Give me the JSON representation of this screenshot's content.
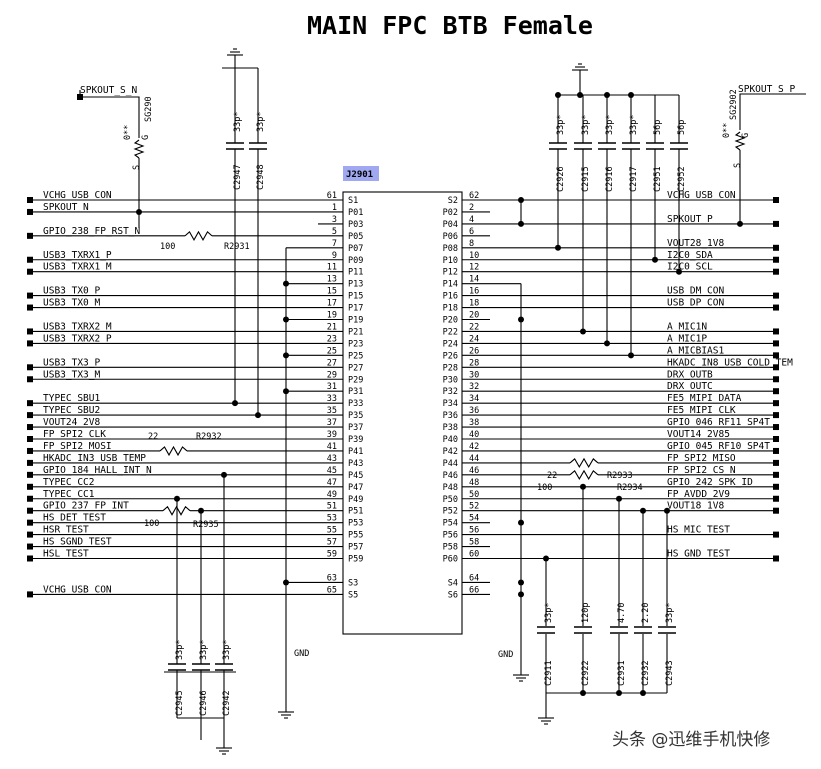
{
  "title": "MAIN FPC BTB Female",
  "connector": {
    "refdes": "J2901",
    "pins_left": [
      "S1",
      "P01",
      "P03",
      "P05",
      "P07",
      "P09",
      "P11",
      "P13",
      "P15",
      "P17",
      "P19",
      "P21",
      "P23",
      "P25",
      "P27",
      "P29",
      "P31",
      "P33",
      "P35",
      "P37",
      "P39",
      "P41",
      "P43",
      "P45",
      "P47",
      "P49",
      "P51",
      "P53",
      "P55",
      "P57",
      "P59",
      "S3",
      "S5"
    ],
    "pins_right": [
      "S2",
      "P02",
      "P04",
      "P06",
      "P08",
      "P10",
      "P12",
      "P14",
      "P16",
      "P18",
      "P20",
      "P22",
      "P24",
      "P26",
      "P28",
      "P30",
      "P32",
      "P34",
      "P36",
      "P38",
      "P40",
      "P42",
      "P44",
      "P46",
      "P48",
      "P50",
      "P52",
      "P54",
      "P56",
      "P58",
      "P60",
      "S4",
      "S6"
    ],
    "num_left": [
      "61",
      "1",
      "3",
      "5",
      "7",
      "9",
      "11",
      "13",
      "15",
      "17",
      "19",
      "21",
      "23",
      "25",
      "27",
      "29",
      "31",
      "33",
      "35",
      "37",
      "39",
      "41",
      "43",
      "45",
      "47",
      "49",
      "51",
      "53",
      "55",
      "57",
      "59",
      "63",
      "65"
    ],
    "num_right": [
      "62",
      "2",
      "4",
      "6",
      "8",
      "10",
      "12",
      "14",
      "16",
      "18",
      "20",
      "22",
      "24",
      "26",
      "28",
      "30",
      "32",
      "34",
      "36",
      "38",
      "40",
      "42",
      "44",
      "46",
      "48",
      "50",
      "52",
      "54",
      "56",
      "58",
      "60",
      "64",
      "66"
    ]
  },
  "nets_left": [
    {
      "text": "VCHG_USB_CON",
      "row": 0
    },
    {
      "text": "SPKOUT_N",
      "row": 1
    },
    {
      "text": "GPIO_238_FP_RST_N",
      "row": 3
    },
    {
      "text": "USB3_TXRX1_P",
      "row": 5
    },
    {
      "text": "USB3_TXRX1_M",
      "row": 6
    },
    {
      "text": "USB3_TX0_P",
      "row": 8
    },
    {
      "text": "USB3_TX0_M",
      "row": 9
    },
    {
      "text": "USB3_TXRX2_M",
      "row": 11
    },
    {
      "text": "USB3_TXRX2_P",
      "row": 12
    },
    {
      "text": "USB3_TX3_P",
      "row": 14
    },
    {
      "text": "USB3_TX3_M",
      "row": 15
    },
    {
      "text": "TYPEC_SBU1",
      "row": 17
    },
    {
      "text": "TYPEC_SBU2",
      "row": 18
    },
    {
      "text": "VOUT24_2V8",
      "row": 19
    },
    {
      "text": "FP_SPI2_CLK",
      "row": 20
    },
    {
      "text": "FP_SPI2_MOSI",
      "row": 21
    },
    {
      "text": "HKADC_IN3_USB_TEMP",
      "row": 22
    },
    {
      "text": "GPIO_184_HALL_INT_N",
      "row": 23
    },
    {
      "text": "TYPEC_CC2",
      "row": 24
    },
    {
      "text": "TYPEC_CC1",
      "row": 25
    },
    {
      "text": "GPIO_237_FP_INT",
      "row": 26
    },
    {
      "text": "HS_DET_TEST",
      "row": 27
    },
    {
      "text": "HSR_TEST",
      "row": 28
    },
    {
      "text": "HS_SGND_TEST",
      "row": 29
    },
    {
      "text": "HSL_TEST",
      "row": 30
    },
    {
      "text": "VCHG_USB_CON",
      "row": 32
    }
  ],
  "nets_right": [
    {
      "text": "VCHG_USB_CON",
      "row": 0
    },
    {
      "text": "SPKOUT_P",
      "row": 2
    },
    {
      "text": "VOUT28_1V8",
      "row": 4
    },
    {
      "text": "I2C0_SDA",
      "row": 5
    },
    {
      "text": "I2C0_SCL",
      "row": 6
    },
    {
      "text": "USB_DM_CON",
      "row": 8
    },
    {
      "text": "USB_DP_CON",
      "row": 9
    },
    {
      "text": "A_MIC1N",
      "row": 11
    },
    {
      "text": "A_MIC1P",
      "row": 12
    },
    {
      "text": "A_MICBIAS1",
      "row": 13
    },
    {
      "text": "HKADC_IN8_USB_COLD_TEM",
      "row": 14
    },
    {
      "text": "DRX_OUTB",
      "row": 15
    },
    {
      "text": "DRX_OUTC",
      "row": 16
    },
    {
      "text": "FE5_MIPI_DATA",
      "row": 17
    },
    {
      "text": "FE5_MIPI_CLK",
      "row": 18
    },
    {
      "text": "GPIO_046_RF11_SP4T",
      "row": 19
    },
    {
      "text": "VOUT14_2V85",
      "row": 20
    },
    {
      "text": "GPIO_045_RF10_SP4T",
      "row": 21
    },
    {
      "text": "FP_SPI2_MISO",
      "row": 22
    },
    {
      "text": "FP_SPI2_CS_N",
      "row": 23
    },
    {
      "text": "GPIO_242_SPK_ID",
      "row": 24
    },
    {
      "text": "FP_AVDD_2V9",
      "row": 25
    },
    {
      "text": "VOUT18_1V8",
      "row": 26
    },
    {
      "text": "HS_MIC_TEST",
      "row": 28
    },
    {
      "text": "HS_GND_TEST",
      "row": 30
    }
  ],
  "resistors": {
    "r2931": {
      "value": "100",
      "ref": "R2931"
    },
    "r2932": {
      "value": "22",
      "ref": "R2932"
    },
    "r2935": {
      "value": "100",
      "ref": "R2935"
    },
    "r2933": {
      "value": "22",
      "ref": "R2933"
    },
    "r2934": {
      "value": "100",
      "ref": "R2934"
    }
  },
  "sparkgaps": {
    "sg2901": {
      "net": "SPKOUT_S_N",
      "ref": "SG290",
      "value": "0**",
      "g": "G",
      "s": "S"
    },
    "sg2902": {
      "net": "SPKOUT_S_P",
      "ref": "SG2902",
      "value": "0**",
      "g": "G",
      "s": "S"
    }
  },
  "caps_top": [
    {
      "ref": "C2947",
      "value": "33p*"
    },
    {
      "ref": "C2948",
      "value": "33p*"
    },
    {
      "ref": "C2926",
      "value": "33p*"
    },
    {
      "ref": "C2915",
      "value": "33p*"
    },
    {
      "ref": "C2916",
      "value": "33p*"
    },
    {
      "ref": "C2917",
      "value": "33p*"
    },
    {
      "ref": "C2951",
      "value": "56p"
    },
    {
      "ref": "C2952",
      "value": "56p"
    }
  ],
  "caps_bottom_left": [
    {
      "ref": "C2945",
      "value": "33p*"
    },
    {
      "ref": "C2946",
      "value": "33p*"
    },
    {
      "ref": "C2942",
      "value": "33p*"
    }
  ],
  "caps_bottom_right": [
    {
      "ref": "C2911",
      "value": "33p*"
    },
    {
      "ref": "C2922",
      "value": "120p"
    },
    {
      "ref": "C2931",
      "value": "4.70"
    },
    {
      "ref": "C2932",
      "value": "2.20"
    },
    {
      "ref": "C2943",
      "value": "33p*"
    }
  ],
  "gnd_label": "GND",
  "watermark": "头条 @迅维手机快修"
}
